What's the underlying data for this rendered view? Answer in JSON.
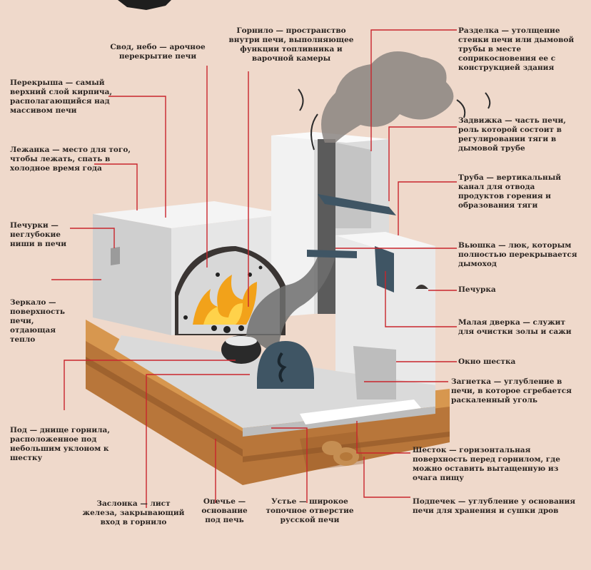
{
  "labels": {
    "svod": "Свод, небо — арочное перекрытие печи",
    "gornilo": "Горнило — пространство внутри печи, выполняющее функции топливника и варочной камеры",
    "razdelka": "Разделка — утолщение стенки печи или дымовой трубы в месте соприкосновения ее с конструкцией здания",
    "perekrysha": "Перекрыша — самый верхний слой кирпича, располагающийся над массивом печи",
    "zadvizhka": "Задвижка — часть печи, роль которой состоит в регулировании тяги в дымовой трубе",
    "lezhanka": "Лежанка — место для того, чтобы лежать, спать в холодное время года",
    "truba": "Труба — вертикальный канал для отвода продуктов горения и образования тяги",
    "pechurki_left": "Печурки — неглубокие ниши в печи",
    "vyushka": "Вьюшка — люк, которым полностью перекрывается дымоход",
    "pechurka_right": "Печурка",
    "zerkalo": "Зеркало — поверхность печи, отдающая тепло",
    "malaya_dverka": "Малая дверка — служит для очистки золы и сажи",
    "okno_shestka": "Окно шестка",
    "zagnetka": "Загнетка — углубление в печи, в которое сгребается раскаленный уголь",
    "pod": "Под — днище горнила, расположенное под небольшим уклоном к шестку",
    "shestok": "Шесток — горизонтальная поверхность перед горнилом, где можно оставить вытащенную из очага пищу",
    "zaslonka": "Заслонка — лист железа, закрывающий вход в горнило",
    "opeche": "Опечье — основание под печь",
    "uste": "Устье — широкое топочное отверстие русской печи",
    "podpechek": "Подпечек — углубление у основания печи для хранения и сушки дров"
  },
  "colors": {
    "background": "#efd9cb",
    "leader": "#c9252c",
    "wall_light": "#f2f2f2",
    "wall_shade": "#d6d6d6",
    "wall_dark": "#b9b9b9",
    "smoke": "#8a8480",
    "metal": "#3f5564",
    "wood": "#c98a45",
    "fire": "#f2a21a"
  }
}
